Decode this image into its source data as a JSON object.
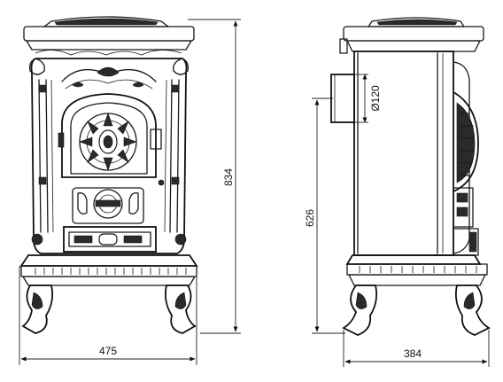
{
  "front_view": {
    "width_label": "475",
    "height_label": "834"
  },
  "side_view": {
    "depth_label": "384",
    "flue_height_label": "626",
    "flue_diameter_label": "Ø120"
  }
}
